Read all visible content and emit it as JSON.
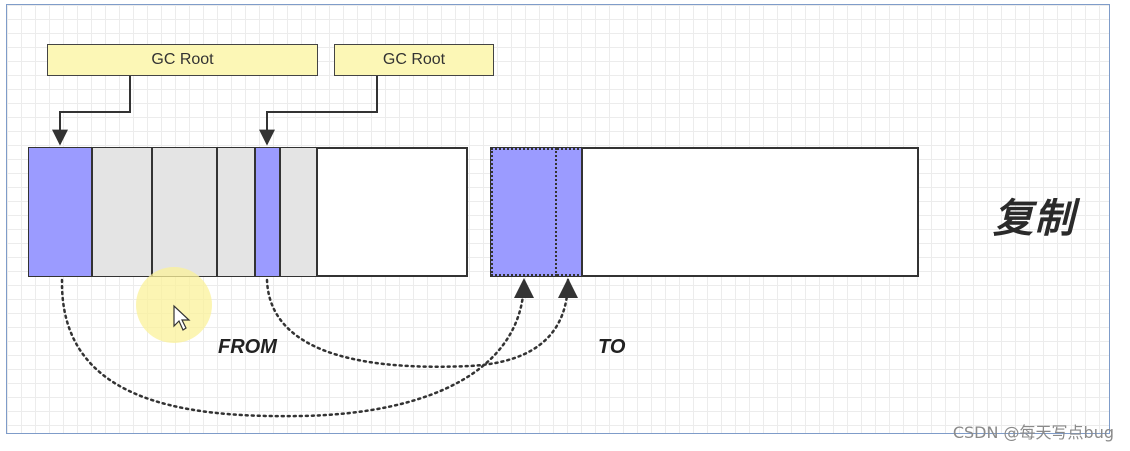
{
  "gc_roots": [
    "GC Root",
    "GC Root"
  ],
  "labels": {
    "from": "FROM",
    "to": "TO",
    "title": "复制"
  },
  "watermark": "CSDN @每天写点bug",
  "colors": {
    "live_object": "#9b9bff",
    "dead_object": "#e4e4e4",
    "empty": "#ffffff",
    "gc_root_fill": "#fcf7b6",
    "cursor_highlight": "#fbf29a"
  }
}
